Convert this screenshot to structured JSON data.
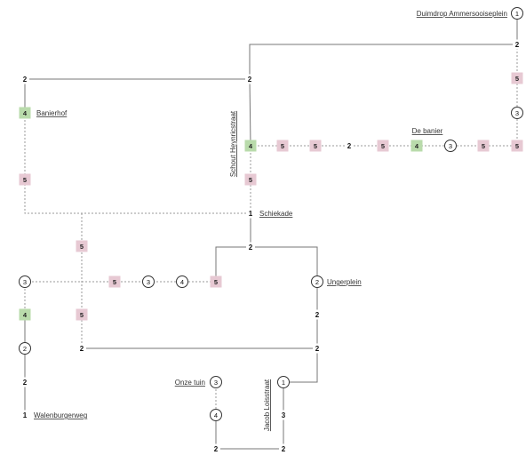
{
  "colors": {
    "solid_line": "#777777",
    "dotted_line": "#9a9a9a",
    "box_4": "#b9dbab",
    "box_5": "#e7c9d3",
    "circle_stroke": "#333333",
    "text": "#111111"
  },
  "legend_note": "",
  "places": [
    {
      "id": "duimdrop",
      "label": "Duimdrop Ammersooiseplein"
    },
    {
      "id": "banierhof",
      "label": "Banierhof"
    },
    {
      "id": "schout",
      "label": "Schout Heynricstraat"
    },
    {
      "id": "de_banier",
      "label": "De banier"
    },
    {
      "id": "schiekade",
      "label": "Schiekade"
    },
    {
      "id": "ungerplein",
      "label": "Ungerplein"
    },
    {
      "id": "walenburgerweg",
      "label": "Walenburgerweg"
    },
    {
      "id": "onze_tuin",
      "label": "Onze tuin"
    },
    {
      "id": "jacob",
      "label": "Jacob Loisstraat"
    }
  ],
  "nodes": [
    {
      "id": "n_duimdrop",
      "value": "1",
      "style": "circle"
    },
    {
      "id": "n_topright",
      "value": "2",
      "style": "plain"
    },
    {
      "id": "n_right5a",
      "value": "5",
      "style": "box5"
    },
    {
      "id": "n_right3",
      "value": "3",
      "style": "circle"
    },
    {
      "id": "n_topmid",
      "value": "2",
      "style": "plain"
    },
    {
      "id": "n_topleft",
      "value": "2",
      "style": "plain"
    },
    {
      "id": "n_banierhof",
      "value": "4",
      "style": "box4"
    },
    {
      "id": "n_left5",
      "value": "5",
      "style": "box5"
    },
    {
      "id": "n_row4",
      "value": "4",
      "style": "box4"
    },
    {
      "id": "n_row5a",
      "value": "5",
      "style": "box5"
    },
    {
      "id": "n_row5b",
      "value": "5",
      "style": "box5"
    },
    {
      "id": "n_row2",
      "value": "2",
      "style": "plain"
    },
    {
      "id": "n_row5c",
      "value": "5",
      "style": "box5"
    },
    {
      "id": "n_row4b",
      "value": "4",
      "style": "box4"
    },
    {
      "id": "n_row3",
      "value": "3",
      "style": "circle"
    },
    {
      "id": "n_row5d",
      "value": "5",
      "style": "box5"
    },
    {
      "id": "n_row5e",
      "value": "5",
      "style": "box5"
    },
    {
      "id": "n_mid5",
      "value": "5",
      "style": "box5"
    },
    {
      "id": "n_schiekade",
      "value": "1",
      "style": "plain"
    },
    {
      "id": "n_center2",
      "value": "2",
      "style": "plain"
    },
    {
      "id": "n_c5a",
      "value": "5",
      "style": "box5"
    },
    {
      "id": "n_l3",
      "value": "3",
      "style": "circle"
    },
    {
      "id": "n_m5",
      "value": "5",
      "style": "box5"
    },
    {
      "id": "n_m3",
      "value": "3",
      "style": "circle"
    },
    {
      "id": "n_m4",
      "value": "4",
      "style": "circle"
    },
    {
      "id": "n_m5b",
      "value": "5",
      "style": "box5"
    },
    {
      "id": "n_unger",
      "value": "2",
      "style": "circle"
    },
    {
      "id": "n_l4",
      "value": "4",
      "style": "box4"
    },
    {
      "id": "n_c5b",
      "value": "5",
      "style": "box5"
    },
    {
      "id": "n_r2a",
      "value": "2",
      "style": "plain"
    },
    {
      "id": "n_l2",
      "value": "2",
      "style": "circle"
    },
    {
      "id": "n_bot2a",
      "value": "2",
      "style": "plain"
    },
    {
      "id": "n_r2b",
      "value": "2",
      "style": "plain"
    },
    {
      "id": "n_l2b",
      "value": "2",
      "style": "plain"
    },
    {
      "id": "n_onze",
      "value": "3",
      "style": "circle"
    },
    {
      "id": "n_jacob",
      "value": "1",
      "style": "circle"
    },
    {
      "id": "n_walen",
      "value": "1",
      "style": "plain"
    },
    {
      "id": "n_b4",
      "value": "4",
      "style": "circle"
    },
    {
      "id": "n_b3",
      "value": "3",
      "style": "plain"
    },
    {
      "id": "n_bl2",
      "value": "2",
      "style": "plain"
    },
    {
      "id": "n_br2",
      "value": "2",
      "style": "plain"
    }
  ]
}
